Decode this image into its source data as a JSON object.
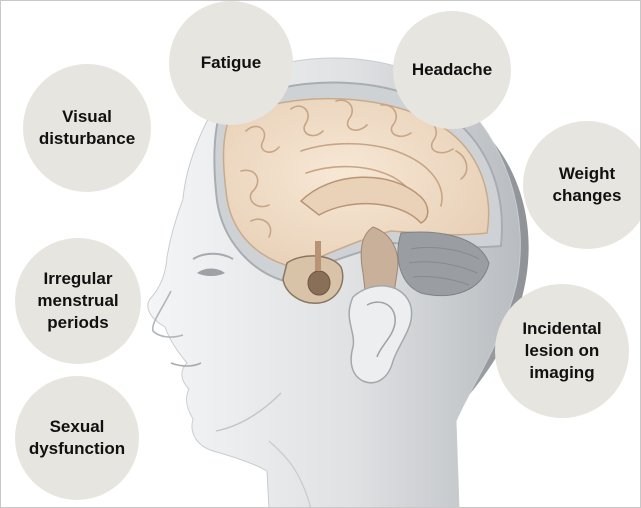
{
  "symptoms": {
    "visual": "Visual\ndisturbance",
    "fatigue": "Fatigue",
    "headache": "Headache",
    "weight": "Weight\nchanges",
    "irregular": "Irregular\nmenstrual\nperiods",
    "incidental": "Incidental\nlesion on\nimaging",
    "sexual": "Sexual\ndysfunction"
  },
  "colors": {
    "bubble": "#e7e5df",
    "text": "#111111",
    "skin": "#e2e4e6",
    "brain": "#f1dcc6",
    "border": "#c8c8c8"
  }
}
